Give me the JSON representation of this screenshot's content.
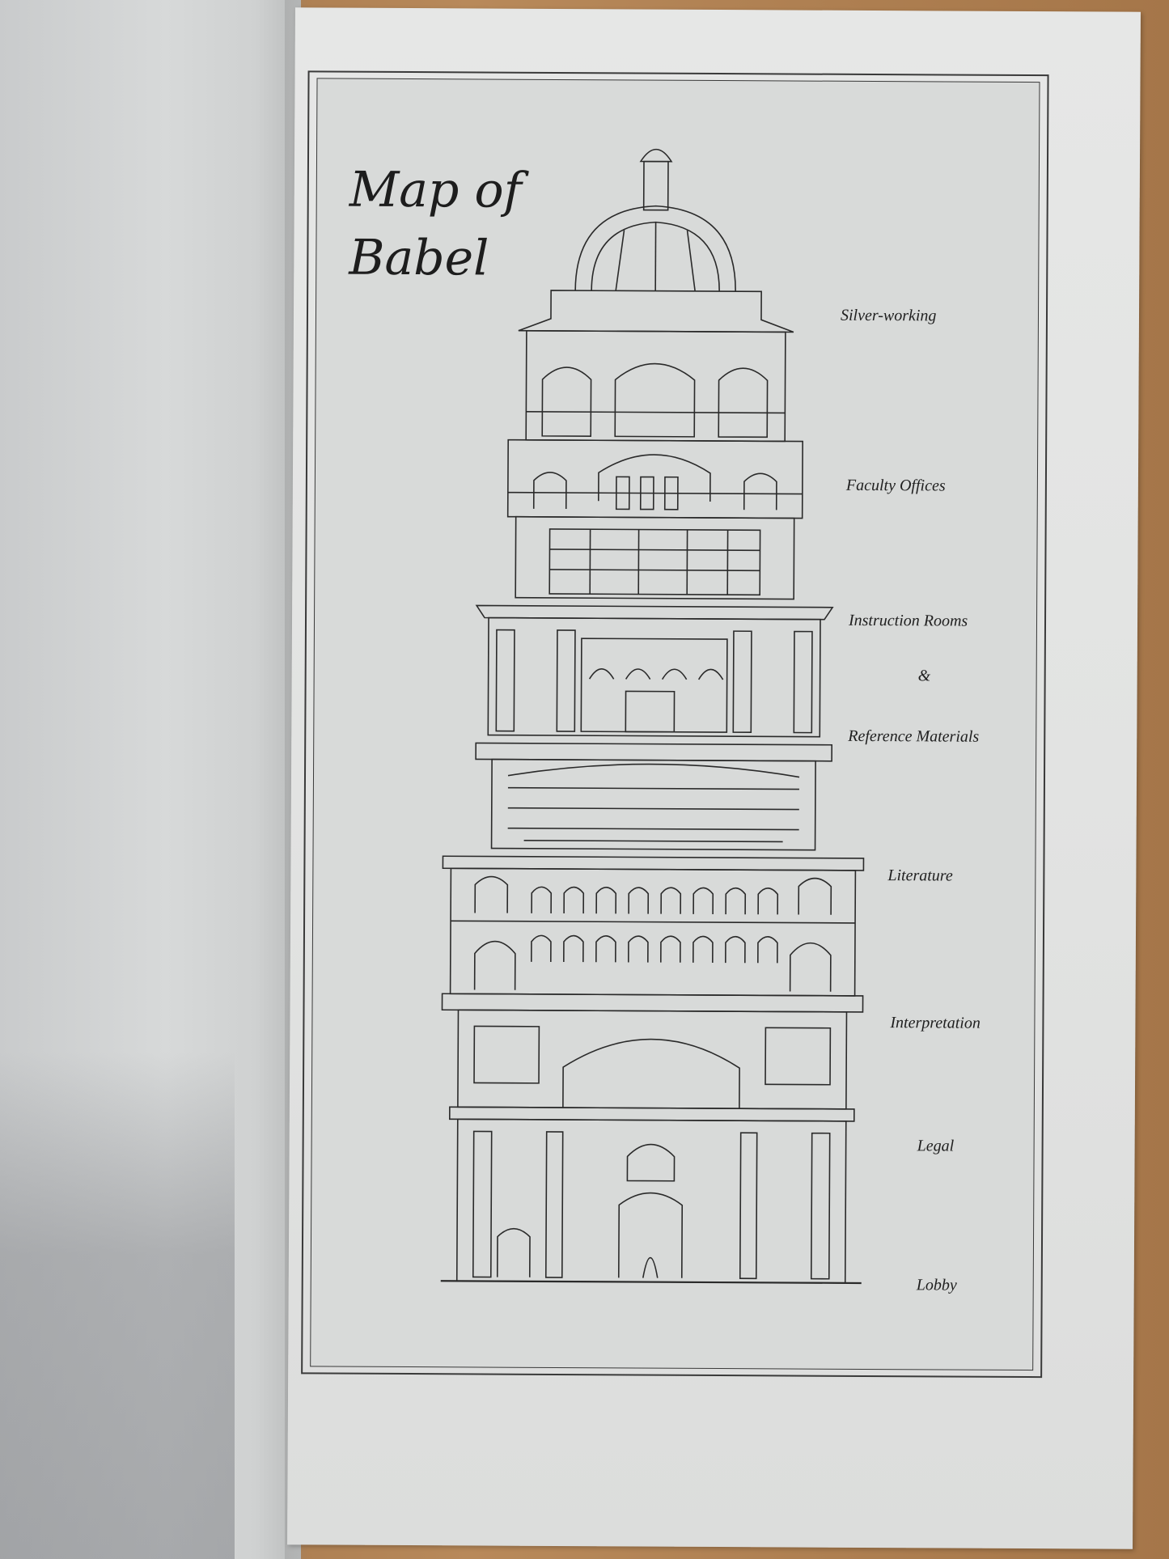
{
  "page": {
    "title_line1": "Map of",
    "title_line2": "Babel",
    "ampersand": "&"
  },
  "floors": [
    {
      "name": "Silver-working"
    },
    {
      "name": "Faculty Offices"
    },
    {
      "name": "Instruction Rooms"
    },
    {
      "name": "Reference Materials"
    },
    {
      "name": "Literature"
    },
    {
      "name": "Interpretation"
    },
    {
      "name": "Legal"
    },
    {
      "name": "Lobby"
    }
  ],
  "colors": {
    "ink": "#1d1d1d",
    "paper": "#d8dad9",
    "table": "#a87a4e"
  }
}
